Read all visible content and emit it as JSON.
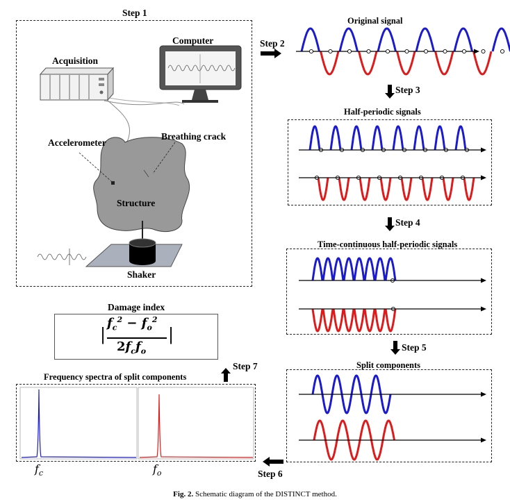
{
  "steps": {
    "s1": "Step 1",
    "s2": "Step 2",
    "s3": "Step 3",
    "s4": "Step 4",
    "s5": "Step 5",
    "s6": "Step 6",
    "s7": "Step 7"
  },
  "setup": {
    "computer": "Computer",
    "acquisition": "Acquisition",
    "accelerometer": "Accelerometer",
    "breathing_crack": "Breathing crack",
    "structure": "Structure",
    "shaker": "Shaker"
  },
  "panels": {
    "original": "Original signal",
    "half_periodic": "Half-periodic signals",
    "time_continuous": "Time-continuous half-periodic signals",
    "split": "Split components",
    "spectra": "Frequency spectra of split components",
    "damage_index": "Damage index"
  },
  "formula": {
    "bar_left": "|",
    "bar_right": "|",
    "fc": "f",
    "fc_sub": "c",
    "sq": "2",
    "minus": " − ",
    "fo": "f",
    "fo_sub": "o",
    "den_two": "2",
    "den_fc": "f",
    "den_fc_sub": "c",
    "den_fo": "f",
    "den_fo_sub": "o"
  },
  "spectrum_labels": {
    "fc": "f",
    "fc_sub": "c",
    "fo": "f",
    "fo_sub": "o"
  },
  "caption": {
    "fig": "Fig. 2.",
    "text": "Schematic diagram of the DISTINCT method."
  },
  "colors": {
    "blue": "#1a1ad0",
    "red": "#e01a1a",
    "gray": "#9a9a9a"
  }
}
